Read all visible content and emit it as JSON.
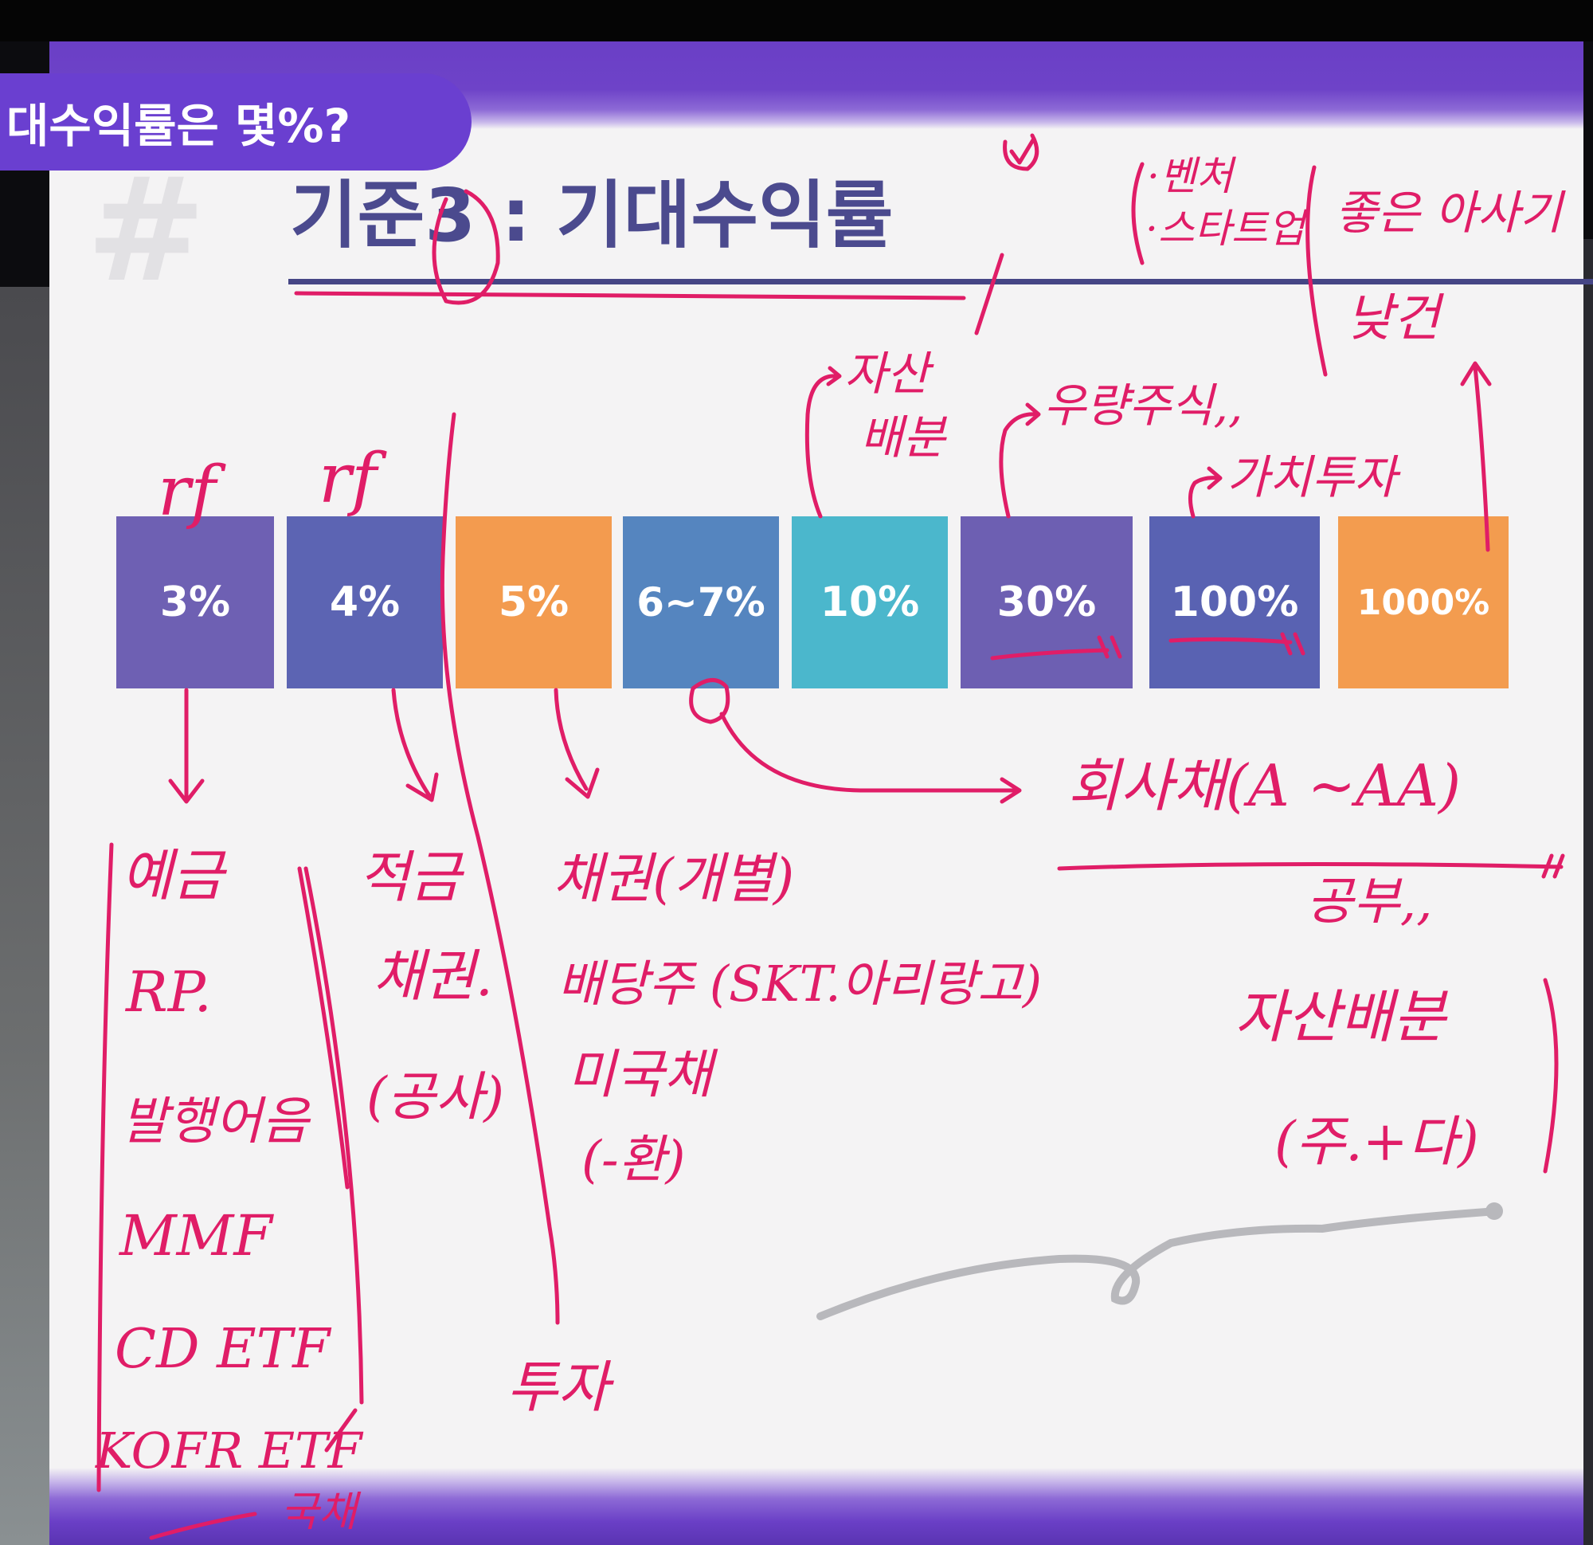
{
  "overlay_title": "대수익률은 몇%?",
  "slide": {
    "hash_mark": "#",
    "heading": "기준3 : 기대수익률",
    "rates": [
      {
        "label": "3%",
        "color": "#6e60b3"
      },
      {
        "label": "4%",
        "color": "#5c64b3"
      },
      {
        "label": "5%",
        "color": "#f39b4f"
      },
      {
        "label": "6~7%",
        "color": "#5585bf"
      },
      {
        "label": "10%",
        "color": "#4bb7cc"
      },
      {
        "label": "30%",
        "color": "#6d5fb2"
      },
      {
        "label": "100%",
        "color": "#5962b2"
      },
      {
        "label": "1000%",
        "color": "#f39c4f"
      }
    ]
  },
  "annotations": {
    "rf_1": "rf",
    "rf_2": "rf",
    "venture_1": "·벤처",
    "venture_2": "·스타트업",
    "good_1": "좋은 아사기",
    "good_2": "낮건",
    "asset_1": "자산",
    "asset_2": "배분",
    "bluechip": "우량주식,,",
    "value": "가치투자",
    "corp_bond": "회사채(A ~AA)",
    "study": "공부,,",
    "asset_alloc": "자산배분",
    "stock_plus": "(주.+다)",
    "col1": [
      "예금",
      "RP.",
      "발행어음",
      "MMF",
      "CD ETF",
      "KOFR ETF"
    ],
    "col1_foot": "국채",
    "col2": [
      "적금",
      "채권.",
      "(공사)"
    ],
    "col3": [
      "채권(개별)",
      "배당주 (SKT.아리랑고)",
      "미국채",
      "(-환)"
    ],
    "invest": "투자"
  },
  "colors": {
    "ink": "#e01d67",
    "heading": "#4b4a8e",
    "chip": "#6a3fd0",
    "band": "#6a3fc6"
  }
}
